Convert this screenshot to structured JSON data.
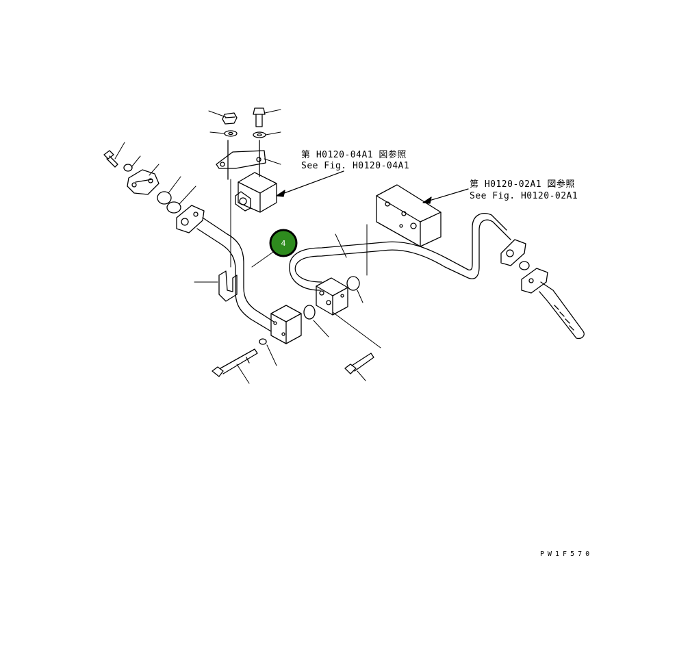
{
  "diagram": {
    "references": [
      {
        "jp": "第 H0120-04A1 図参照",
        "en": "See Fig. H0120-04A1"
      },
      {
        "jp": "第 H0120-02A1 図参照",
        "en": "See Fig. H0120-02A1"
      }
    ],
    "callouts": [
      {
        "number": "4",
        "color": "#2e8b1e"
      }
    ],
    "drawing_code": "PW1F570"
  }
}
